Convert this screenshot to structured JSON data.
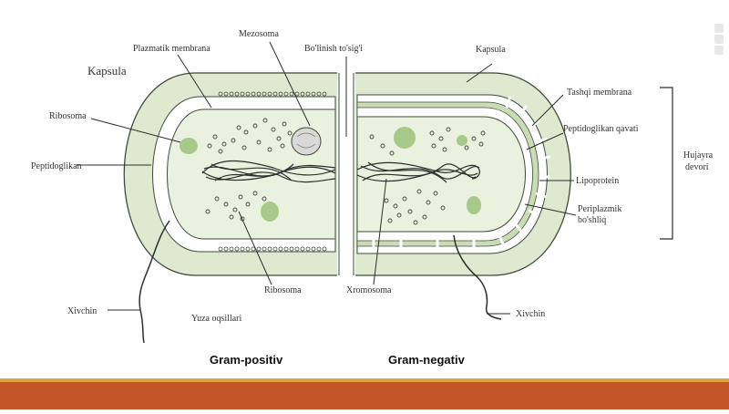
{
  "labels": {
    "kapsula_left": "Kapsula",
    "ribosoma_left": "Ribosoma",
    "peptidoglikan_left": "Peptidoglikan",
    "plazmatik_membrana": "Plazmatik membrana",
    "mezosoma": "Mezosoma",
    "bolinish": "Bo'linish to'sig'i",
    "kapsula_right": "Kapsula",
    "tashqi_membrana": "Tashqi membrana",
    "peptidoglikan_qavati": "Peptidoglikan qavati",
    "lipoprotein": "Lipoprotein",
    "periplazmik_1": "Periplazmik",
    "periplazmik_2": "bo'shliq",
    "hujayra_1": "Hujayra",
    "hujayra_2": "devori",
    "xivchin_left": "Xivchin",
    "yuza_oqsillari": "Yuza oqsillari",
    "ribosoma_bottom": "Ribosoma",
    "xromosoma": "Xromosoma",
    "xivchin_right": "Xivchin"
  },
  "captions": {
    "gram_positive": "Gram-positiv",
    "gram_negative": "Gram-negativ"
  },
  "colors": {
    "capsule": "#dfe9d0",
    "wall": "#ffffff",
    "cytoplasm": "#eaf2df",
    "inclusion": "#a7c98a",
    "outline": "#3f4a39",
    "bar_thin": "#e0a13a",
    "bar_thick": "#c4542a"
  }
}
